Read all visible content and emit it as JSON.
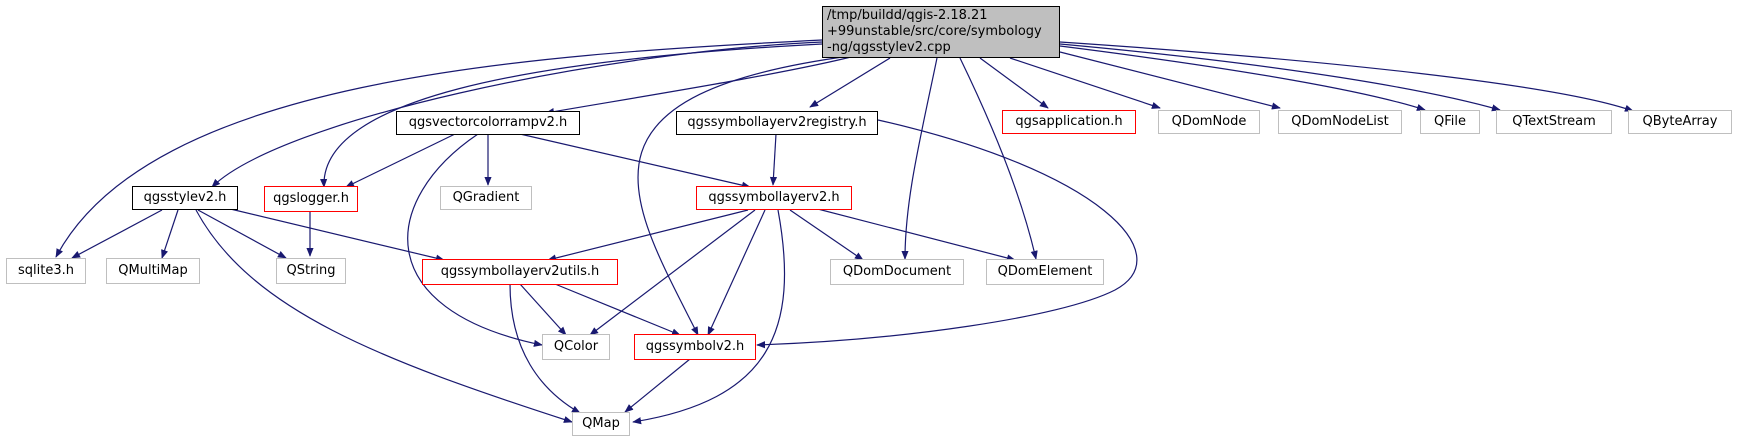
{
  "nodes": {
    "root": "/tmp/buildd/qgis-2.18.21\n+99unstable/src/core/symbology\n-ng/qgsstylev2.cpp",
    "qgsstylev2": "qgsstylev2.h",
    "qgsvectorcolorrampv2": "qgsvectorcolorrampv2.h",
    "qgssymbollayerv2registry": "qgssymbollayerv2registry.h",
    "qgsapplication": "qgsapplication.h",
    "QDomNode": "QDomNode",
    "QDomNodeList": "QDomNodeList",
    "QFile": "QFile",
    "QTextStream": "QTextStream",
    "QByteArray": "QByteArray",
    "qgslogger": "qgslogger.h",
    "QGradient": "QGradient",
    "qgssymbollayerv2": "qgssymbollayerv2.h",
    "sqlite3": "sqlite3.h",
    "QMultiMap": "QMultiMap",
    "QString": "QString",
    "qgssymbollayerv2utils": "qgssymbollayerv2utils.h",
    "QDomDocument": "QDomDocument",
    "QDomElement": "QDomElement",
    "QColor": "QColor",
    "qgssymbolv2": "qgssymbolv2.h",
    "QMap": "QMap"
  },
  "colors": {
    "edge": "#191970",
    "root_fill": "#bfbfbf",
    "documented_border": "#000000",
    "truncated_border": "#ff0000",
    "external_border": "#bfbfbf"
  }
}
